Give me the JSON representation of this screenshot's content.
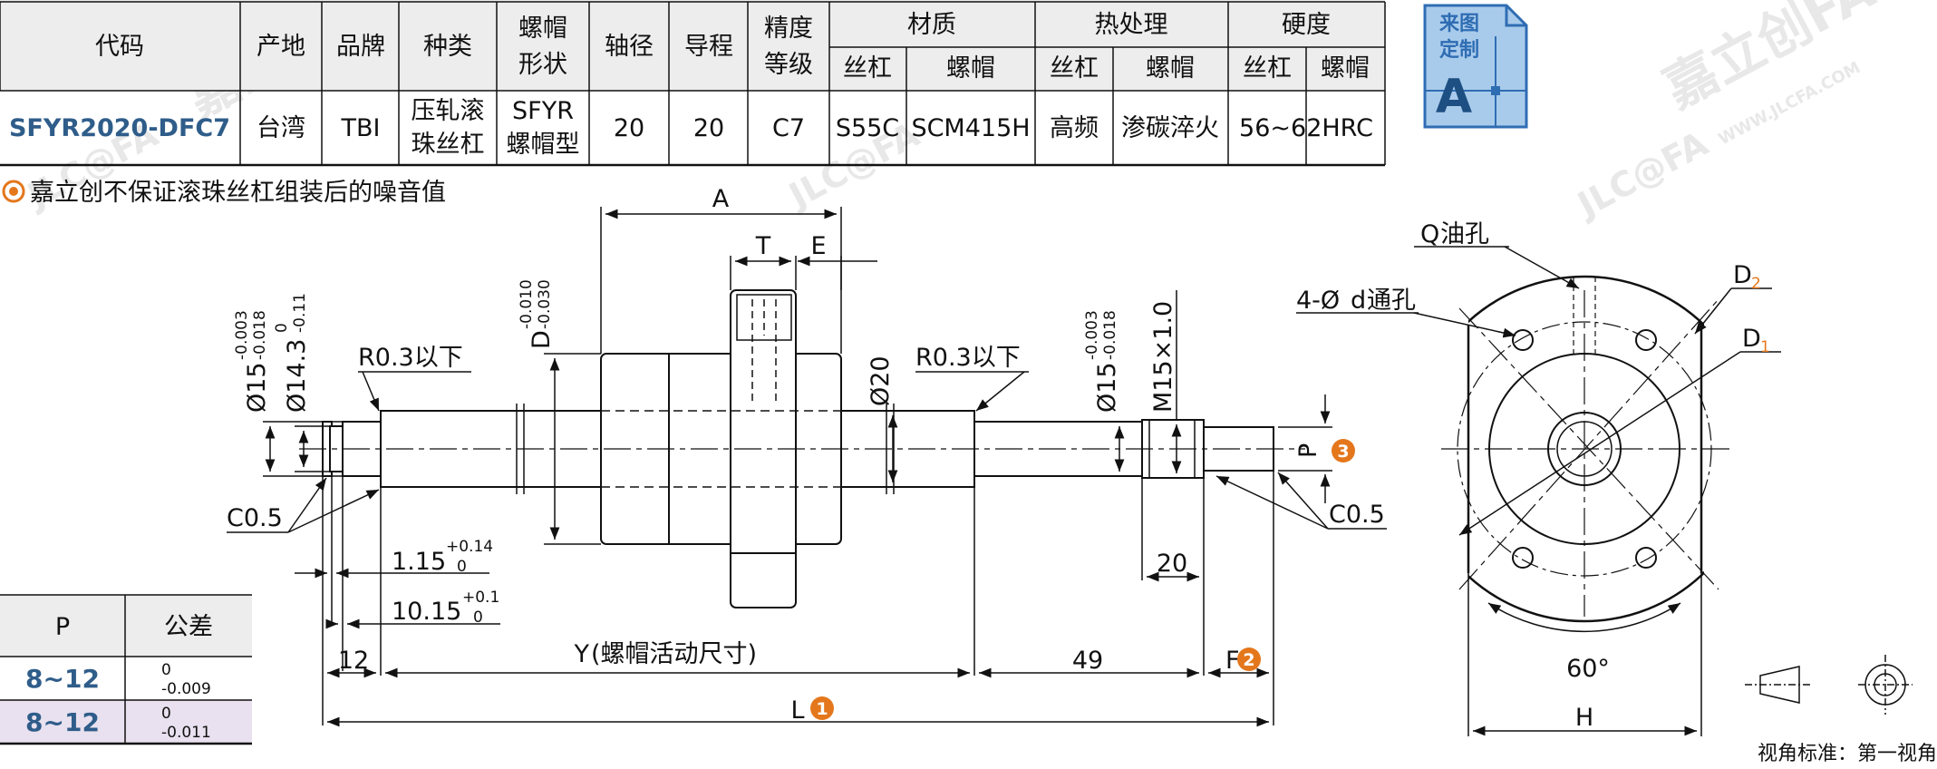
{
  "spec_table": {
    "headers": {
      "code": "代码",
      "origin": "产地",
      "brand": "品牌",
      "type": "种类",
      "nut_shape": [
        "螺帽",
        "形状"
      ],
      "shaft_dia": "轴径",
      "lead": "导程",
      "accuracy": [
        "精度",
        "等级"
      ],
      "material": "材质",
      "heat_treatment": "热处理",
      "hardness": "硬度",
      "screw": "丝杠",
      "nut": "螺帽"
    },
    "row": {
      "code": "SFYR2020-DFC7",
      "origin": "台湾",
      "brand": "TBI",
      "type": [
        "压轧滚",
        "珠丝杠"
      ],
      "nut_shape": [
        "SFYR",
        "螺帽型"
      ],
      "shaft_dia": "20",
      "lead": "20",
      "accuracy": "C7",
      "material_screw": "S55C",
      "material_nut": "SCM415H",
      "heat_screw": "高频",
      "heat_nut": "渗碳淬火",
      "hardness": "56~62HRC"
    }
  },
  "custom_badge": {
    "lines": [
      "来图",
      "定制"
    ],
    "letter": "A"
  },
  "note": "嘉立创不保证滚珠丝杠组装后的噪音值",
  "watermark": "嘉立创FA",
  "watermark_url": "WWW.JLCFA.COM",
  "watermark_logo": "JLC@FA",
  "tolerance_table": {
    "headers": [
      "P",
      "公差"
    ],
    "rows": [
      {
        "p": "8~12",
        "upper": "0",
        "lower": "-0.009"
      },
      {
        "p": "8~12",
        "upper": "0",
        "lower": "-0.011"
      }
    ]
  },
  "drawing": {
    "label_A": "A",
    "label_T": "T",
    "label_E": "E",
    "label_D": "D",
    "D_tol": [
      "-0.010",
      "-0.030"
    ],
    "dia15_left": "Ø15",
    "dia15_tol": [
      "-0.003",
      "-0.018"
    ],
    "dia14": "Ø14.3",
    "dia14_tol": [
      "0",
      "-0.11"
    ],
    "r_left": "R0.3以下",
    "r_right": "R0.3以下",
    "dia20": "Ø20",
    "dia15_right": "Ø15",
    "thread": "M15×1.0",
    "chamfer_left": "C0.5",
    "chamfer_right": "C0.5",
    "groove1": "1.15",
    "groove1_tol": [
      "+0.14",
      "0"
    ],
    "groove2": "10.15",
    "groove2_tol": [
      "+0.1",
      "0"
    ],
    "len12": "12",
    "label_Y": "Y",
    "y_desc": "(螺帽活动尺寸)",
    "len49": "49",
    "len20": "20",
    "label_F": "F",
    "label_L": "L",
    "label_P": "P",
    "badge1": "1",
    "badge2": "2",
    "badge3": "3",
    "q_oil": "Q",
    "q_text": "油孔",
    "holes_prefix": "4-Ø",
    "holes_d": "d",
    "holes_text": "通孔",
    "label_D2": "D",
    "label_D2_sub": "2",
    "label_D1": "D",
    "label_D1_sub": "1",
    "angle60": "60°",
    "label_H": "H",
    "view_std": "视角标准：第一视角"
  },
  "colors": {
    "accent": "#e4771c",
    "blue": "#2f5d8a",
    "badge_fill": "#a9cbeb",
    "badge_stroke": "#2f6db3",
    "tol_row2": "#e9e1ef"
  }
}
